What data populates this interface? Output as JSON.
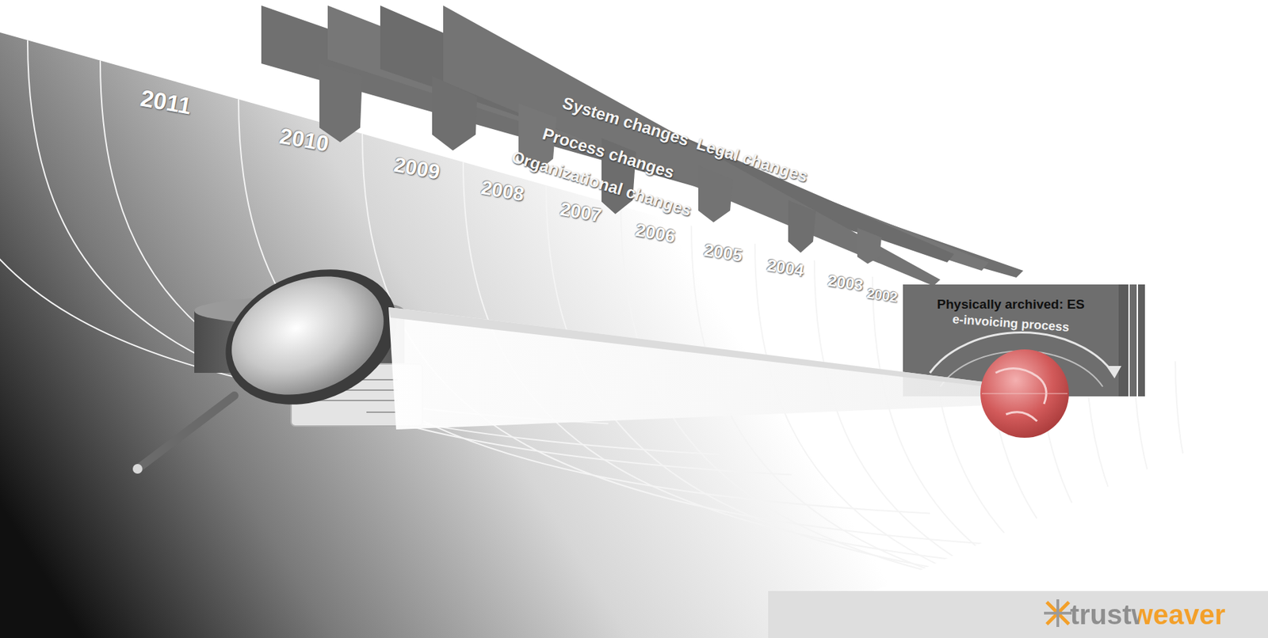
{
  "diagram": {
    "nodes": [
      {
        "text": [
          "Physically archived: ES",
          "e-invoicing process"
        ]
      }
    ],
    "labels": [
      "2011",
      "2010",
      "2009",
      "2008",
      "2007",
      "2006",
      "2005",
      "2004",
      "2003",
      "2002",
      "System changes",
      "Legal changes",
      "Process changes",
      "Organizational changes",
      "trustweaver"
    ]
  }
}
